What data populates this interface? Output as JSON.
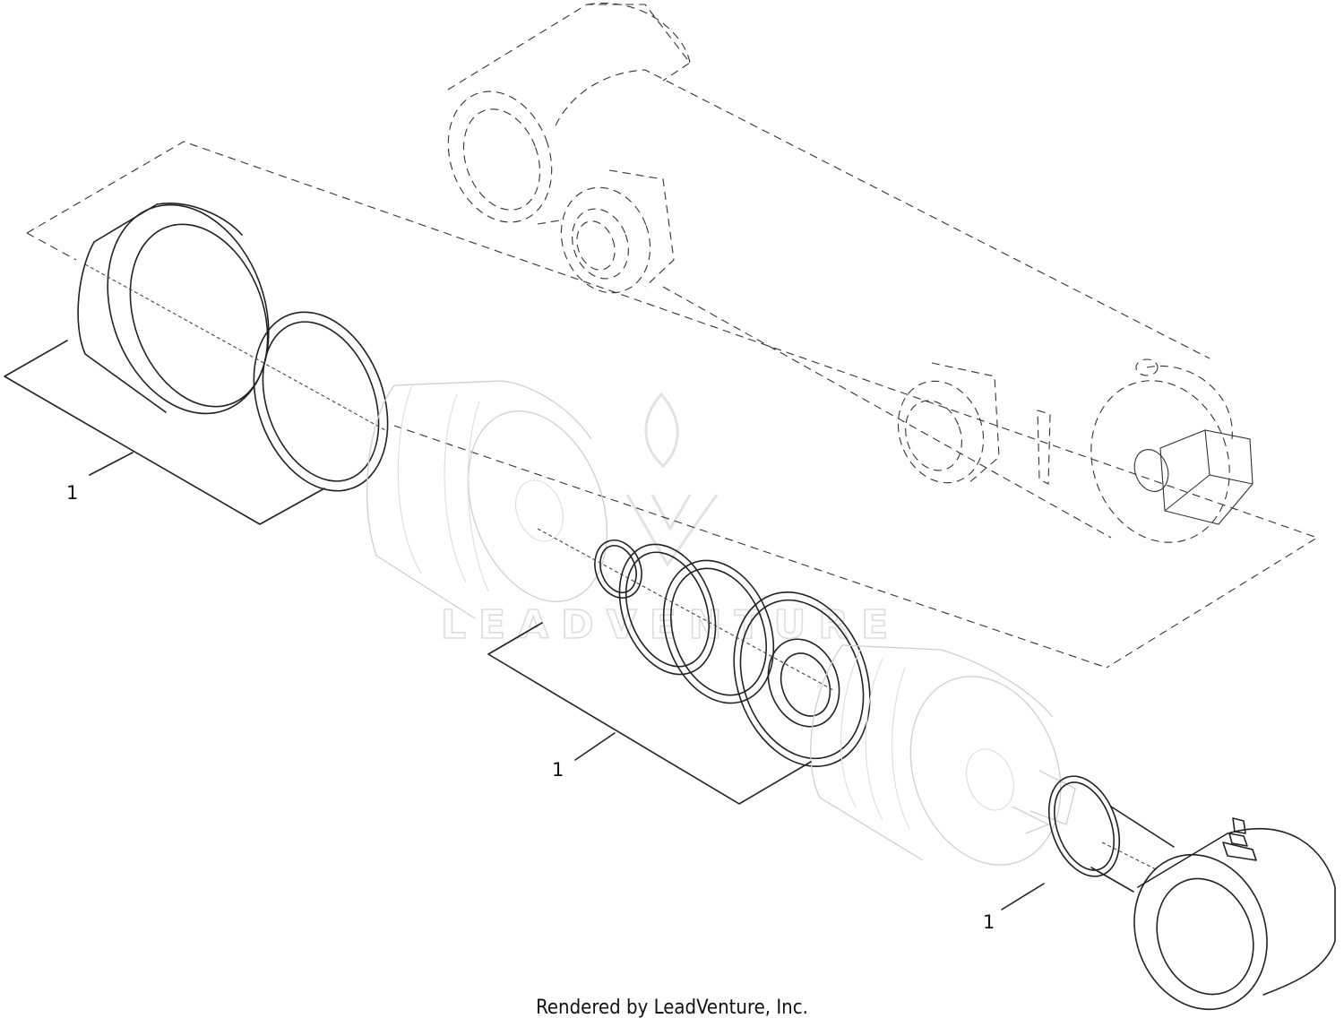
{
  "diagram": {
    "callouts": [
      {
        "label": "1"
      },
      {
        "label": "1"
      },
      {
        "label": "1"
      }
    ],
    "watermark": "LEADVENTURE",
    "footer": "Rendered by LeadVenture, Inc."
  }
}
